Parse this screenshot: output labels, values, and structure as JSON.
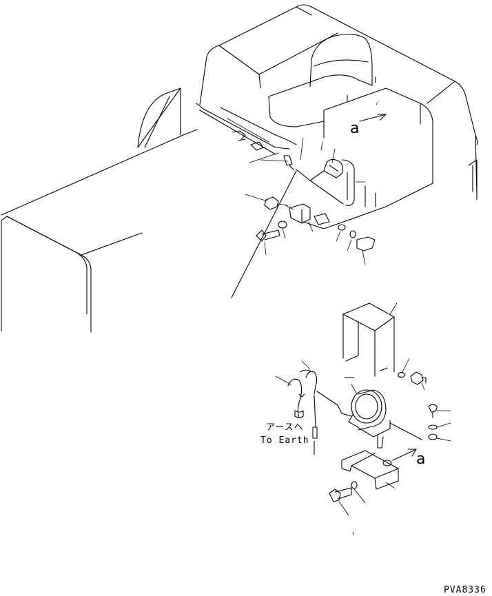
{
  "annotations": {
    "earth_note_ja": "アースへ",
    "earth_note_en": "To Earth",
    "view_marker_upper": "a",
    "view_marker_lower": "a",
    "drawing_code": "PVA8336"
  },
  "colors": {
    "line": "#000000",
    "background": "#ffffff"
  }
}
